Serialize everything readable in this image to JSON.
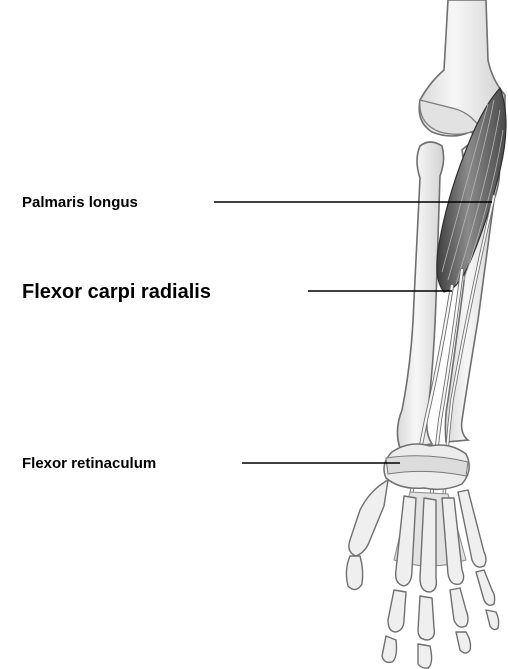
{
  "labels": {
    "palmaris_longus": "Palmaris longus",
    "flexor_carpi_radialis": "Flexor carpi radialis",
    "flexor_retinaculum": "Flexor retinaculum"
  },
  "colors": {
    "bone_fill": "#efefef",
    "bone_outline": "#6f6f6f",
    "muscle_dark": "#5a5a5a",
    "muscle_mid": "#8c8c8c",
    "tendon": "#f6f6f6",
    "leader_line": "#000000"
  }
}
